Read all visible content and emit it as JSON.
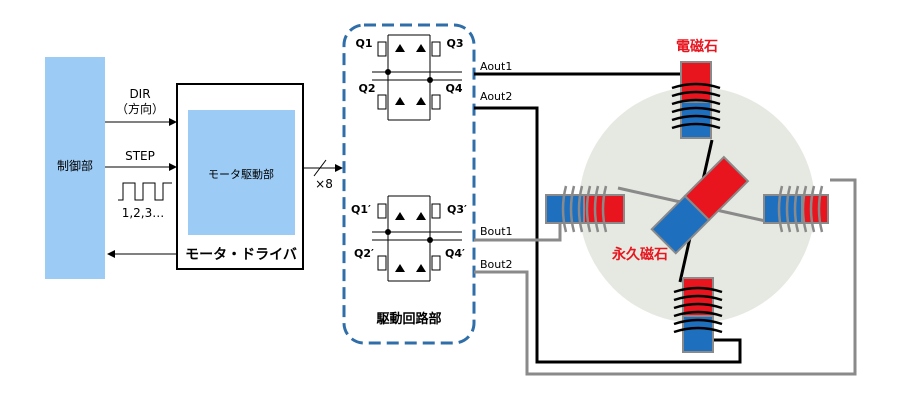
{
  "controller": {
    "label": "制御部"
  },
  "signals": {
    "dir": "DIR",
    "dir_sub": "（方向）",
    "step": "STEP",
    "step_seq": "1,2,3…"
  },
  "driver": {
    "inner_label": "モータ駆動部",
    "title": "モータ・ドライバ",
    "multiplier": "×8"
  },
  "bridge": {
    "title": "駆動回路部",
    "top": {
      "q1": "Q1",
      "q2": "Q2",
      "q3": "Q3",
      "q4": "Q4"
    },
    "bottom": {
      "q1": "Q1′",
      "q2": "Q2′",
      "q3": "Q3′",
      "q4": "Q4′"
    },
    "outputs": {
      "aout1": "Aout1",
      "aout2": "Aout2",
      "bout1": "Bout1",
      "bout2": "Bout2"
    }
  },
  "motor": {
    "electromagnet": "電磁石",
    "permanent_magnet": "永久磁石"
  },
  "colors": {
    "controller_fill": "#9ccbf5",
    "driver_inner_fill": "#9ccbf5",
    "dashed_border": "#2f6ea8",
    "magnet_red": "#e8141e",
    "magnet_blue": "#1f6fbf",
    "rotor_bg": "#e6e9e1",
    "label_red": "#e8141e"
  }
}
